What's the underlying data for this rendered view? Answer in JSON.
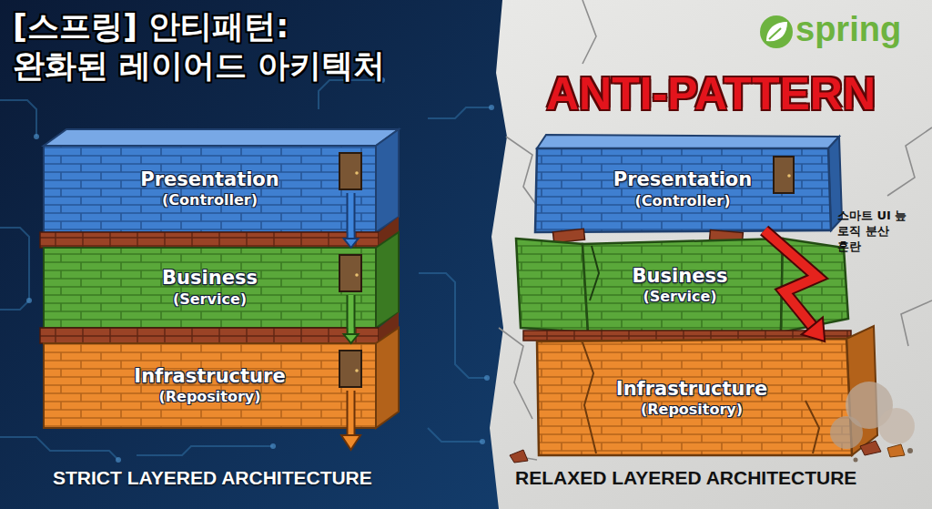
{
  "diagram": {
    "title": "[스프링] 안티패턴: 완화된 레이어드 아키텍처",
    "nodes": [
      {
        "text": [
          "Presentation",
          "(Controller)"
        ]
      },
      {
        "text": [
          "Business",
          "(Service)"
        ]
      },
      {
        "text": [
          "Infrastructure",
          "(Repository)"
        ]
      },
      {
        "text": [
          "Presentation",
          "(Controller)"
        ]
      },
      {
        "text": [
          "Business",
          "(Service)"
        ]
      },
      {
        "text": [
          "Infrastructure",
          "(Repository)"
        ]
      }
    ],
    "edges": [
      {
        "from": 0,
        "to": 1,
        "arrow": "to"
      },
      {
        "from": 1,
        "to": 2,
        "arrow": "to"
      },
      {
        "from": 3,
        "to": 5,
        "arrow": "to"
      }
    ],
    "labels": [
      "spring",
      "ANTI-PATTERN",
      "스마트 UI 늪 로직 분산 혼란",
      "STRICT LAYERED ARCHITECTURE",
      "RELAXED LAYERED ARCHITECTURE"
    ]
  }
}
